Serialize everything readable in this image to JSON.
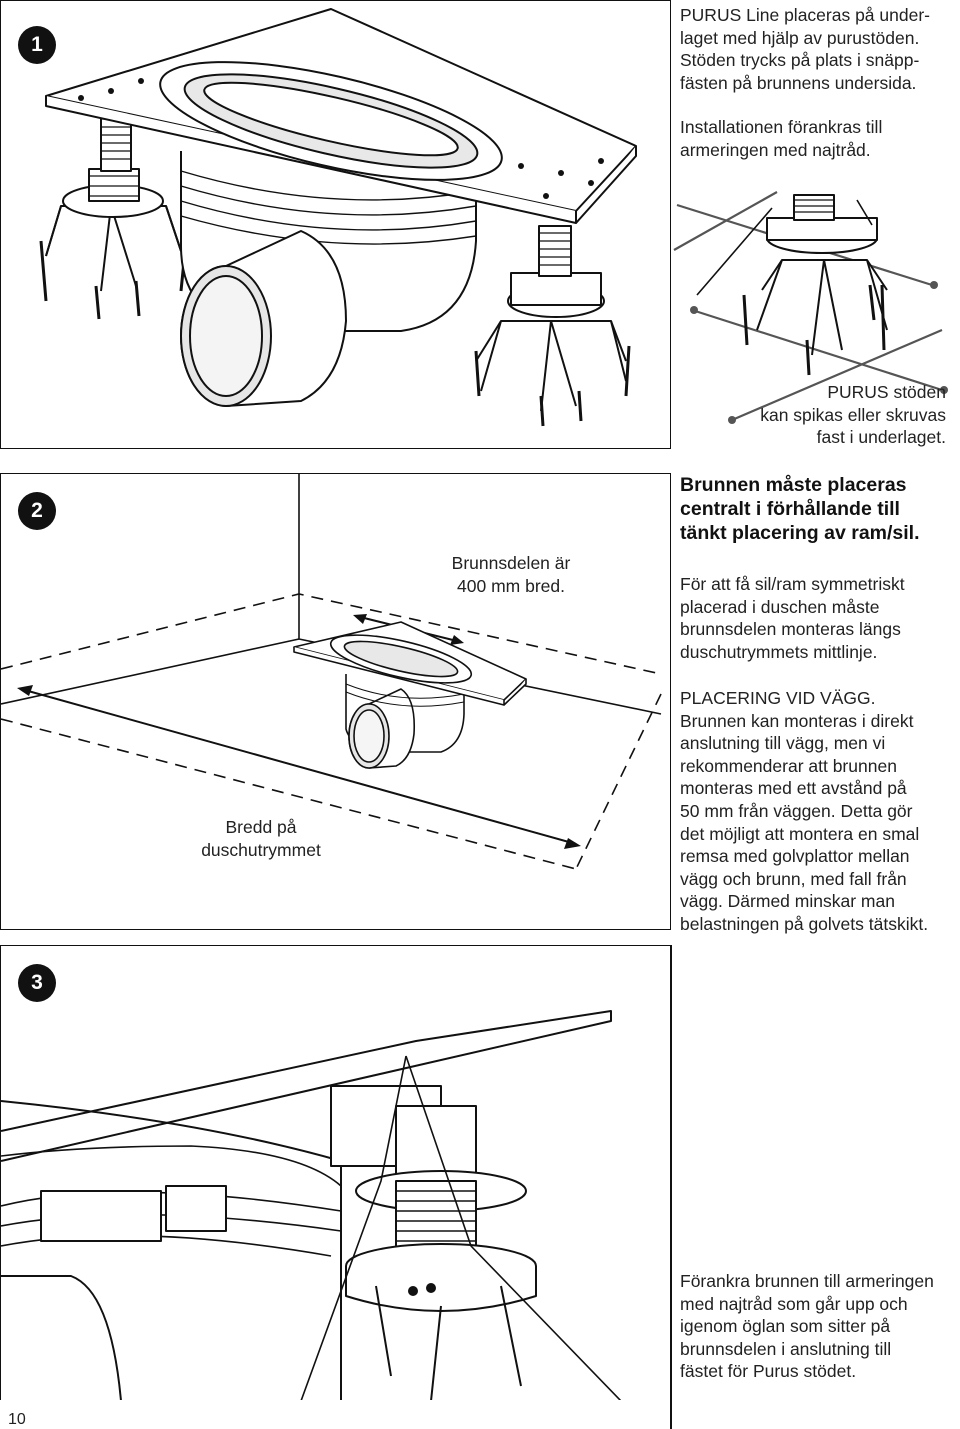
{
  "page_number": "10",
  "step1": {
    "badge": "1",
    "text_a_lines": [
      "PURUS Line placeras på under-",
      "laget med hjälp av purustöden.",
      "Stöden trycks på plats i snäpp-",
      "fästen på brunnens undersida."
    ],
    "text_b_lines": [
      "Installationen förankras till",
      "armeringen med najtråd."
    ],
    "inset_caption_lines": [
      "PURUS stöden",
      "kan spikas eller skruvas",
      "fast i underlaget."
    ]
  },
  "step2": {
    "badge": "2",
    "label_width_lines": [
      "Brunnsdelen är",
      "400 mm bred."
    ],
    "label_room_lines": [
      "Bredd på",
      "duschutrymmet"
    ],
    "heading_lines": [
      "Brunnen måste placeras",
      "centralt i förhållande till",
      "tänkt placering av ram/sil."
    ],
    "para1_lines": [
      "För att få sil/ram symmetriskt",
      "placerad i duschen måste",
      "brunnsdelen monteras längs",
      "duschutrymmets mittlinje."
    ],
    "para2_lines": [
      "PLACERING VID VÄGG.",
      "Brunnen kan monteras i direkt",
      "anslutning till vägg, men vi",
      "rekommenderar att brunnen",
      "monteras med ett avstånd på",
      "50 mm från väggen. Detta gör",
      "det möjligt att montera en smal",
      "remsa med golvplattor mellan",
      "vägg och brunn, med fall från",
      "vägg. Därmed minskar man",
      "belastningen på golvets tätskikt."
    ]
  },
  "step3": {
    "badge": "3",
    "text_lines": [
      "Förankra brunnen till armeringen",
      "med najtråd som går upp och",
      "igenom öglan som sitter på",
      "brunnsdelen i anslutning till",
      "fästet för Purus stödet."
    ]
  }
}
